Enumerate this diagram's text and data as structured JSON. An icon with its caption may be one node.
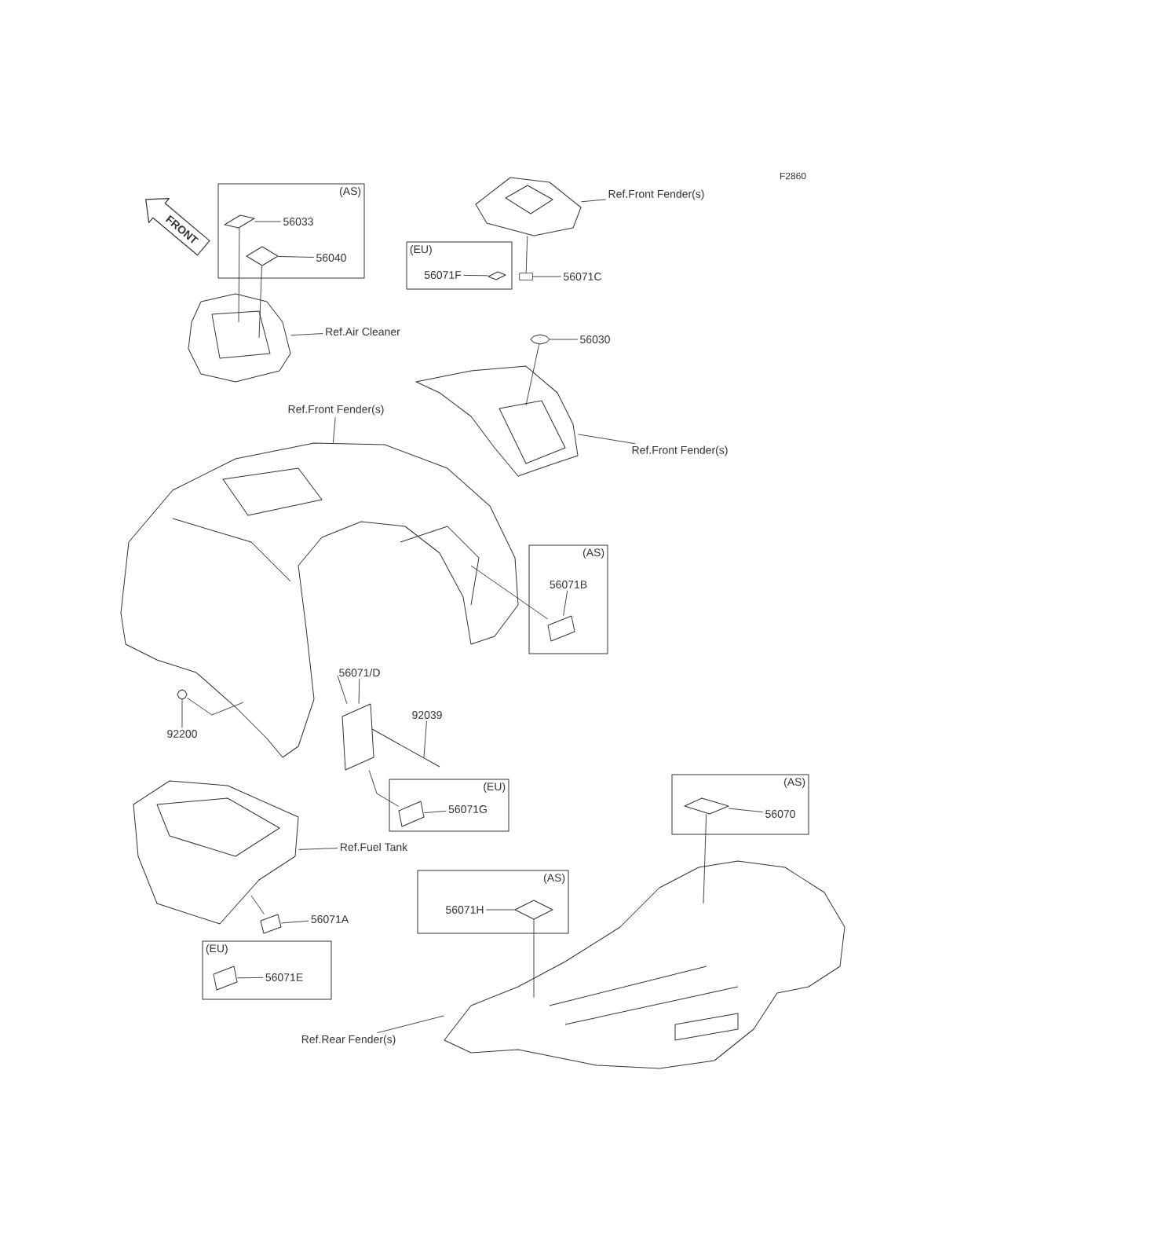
{
  "diagram": {
    "nodes": [
      {
        "text": [
          "(AS)"
        ]
      },
      {
        "text": [
          "56033"
        ],
        "in": 0
      },
      {
        "text": [],
        "shape": "picture",
        "in": 0
      },
      {
        "text": [
          "56040"
        ],
        "in": 0
      },
      {
        "text": [],
        "shape": "picture",
        "in": 0
      },
      {
        "text": [],
        "shape": "picture"
      },
      {
        "text": [
          "Ref.Air Cleaner"
        ]
      },
      {
        "text": [],
        "shape": "picture"
      },
      {
        "text": [
          "Ref.Front Fender(s)"
        ]
      },
      {
        "text": [
          "(EU)"
        ]
      },
      {
        "text": [
          "56071F"
        ],
        "in": 9
      },
      {
        "text": [],
        "shape": "picture",
        "in": 9
      },
      {
        "text": [],
        "shape": "box"
      },
      {
        "text": [
          "56071C"
        ]
      },
      {
        "text": [],
        "shape": "picture"
      },
      {
        "text": [
          "56030"
        ]
      },
      {
        "text": [],
        "shape": "picture"
      },
      {
        "text": [
          "Ref.Front Fender(s)"
        ]
      },
      {
        "text": [
          "Ref.Front Fender(s)"
        ]
      },
      {
        "text": [],
        "shape": "picture"
      },
      {
        "text": [
          "(AS)"
        ]
      },
      {
        "text": [
          "56071B"
        ],
        "in": 20
      },
      {
        "text": [],
        "shape": "picture",
        "in": 20
      },
      {
        "text": [
          "56071/D"
        ]
      },
      {
        "text": [],
        "shape": "picture"
      },
      {
        "text": [
          "92039"
        ]
      },
      {
        "text": [],
        "shape": "picture"
      },
      {
        "text": [],
        "shape": "picture"
      },
      {
        "text": [
          "92200"
        ]
      },
      {
        "text": [
          "(EU)"
        ]
      },
      {
        "text": [],
        "shape": "picture",
        "in": 29
      },
      {
        "text": [
          "56071G"
        ],
        "in": 29
      },
      {
        "text": [],
        "shape": "picture"
      },
      {
        "text": [
          "Ref.Fuel Tank"
        ]
      },
      {
        "text": [],
        "shape": "picture"
      },
      {
        "text": [
          "56071A"
        ]
      },
      {
        "text": [
          "(EU)"
        ]
      },
      {
        "text": [],
        "shape": "picture",
        "in": 36
      },
      {
        "text": [
          "56071E"
        ],
        "in": 36
      },
      {
        "text": [
          "(AS)"
        ]
      },
      {
        "text": [],
        "shape": "picture",
        "in": 39
      },
      {
        "text": [
          "56070"
        ],
        "in": 39
      },
      {
        "text": [
          "(AS)"
        ]
      },
      {
        "text": [
          "56071H"
        ],
        "in": 42
      },
      {
        "text": [],
        "shape": "picture",
        "in": 42
      },
      {
        "text": [],
        "shape": "picture"
      },
      {
        "text": [
          "Ref.Rear Fender(s)"
        ]
      }
    ],
    "edges": [
      {
        "from": 1,
        "to": 2,
        "arrow": "none"
      },
      {
        "from": 3,
        "to": 4,
        "arrow": "none"
      },
      {
        "from": 2,
        "to": 5,
        "arrow": "none"
      },
      {
        "from": 4,
        "to": 5,
        "arrow": "none"
      },
      {
        "from": 6,
        "to": 5,
        "arrow": "none"
      },
      {
        "from": 8,
        "to": 7,
        "arrow": "none"
      },
      {
        "from": 10,
        "to": 11,
        "arrow": "none"
      },
      {
        "from": 13,
        "to": 12,
        "arrow": "none"
      },
      {
        "from": 12,
        "to": 7,
        "arrow": "none"
      },
      {
        "from": 15,
        "to": 14,
        "arrow": "none"
      },
      {
        "from": 14,
        "to": 16,
        "arrow": "none"
      },
      {
        "from": 17,
        "to": 16,
        "arrow": "none"
      },
      {
        "from": 18,
        "to": 19,
        "arrow": "none"
      },
      {
        "from": 21,
        "to": 22,
        "arrow": "none"
      },
      {
        "from": 22,
        "to": 19,
        "arrow": "none"
      },
      {
        "from": 23,
        "to": 24,
        "arrow": "none"
      },
      {
        "from": 25,
        "to": 26,
        "arrow": "none"
      },
      {
        "from": 24,
        "to": 19,
        "arrow": "none"
      },
      {
        "from": 28,
        "to": 27,
        "arrow": "none"
      },
      {
        "from": 27,
        "to": 19,
        "arrow": "none"
      },
      {
        "from": 30,
        "to": 24,
        "arrow": "none"
      },
      {
        "from": 31,
        "to": 30,
        "arrow": "none"
      },
      {
        "from": 33,
        "to": 32,
        "arrow": "none"
      },
      {
        "from": 34,
        "to": 32,
        "arrow": "none"
      },
      {
        "from": 35,
        "to": 34,
        "arrow": "none"
      },
      {
        "from": 38,
        "to": 37,
        "arrow": "none"
      },
      {
        "from": 41,
        "to": 40,
        "arrow": "none"
      },
      {
        "from": 40,
        "to": 45,
        "arrow": "none"
      },
      {
        "from": 43,
        "to": 44,
        "arrow": "none"
      },
      {
        "from": 44,
        "to": 45,
        "arrow": "none"
      },
      {
        "from": 46,
        "to": 45,
        "arrow": "none"
      }
    ],
    "labels": [
      "F2860",
      "FRONT"
    ]
  }
}
